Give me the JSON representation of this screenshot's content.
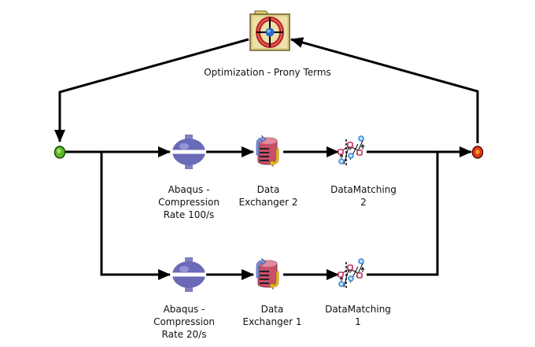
{
  "workflow": {
    "optimizer": {
      "label": "Optimization - Prony Terms",
      "icon": "target-folder-icon"
    },
    "start_node": {
      "icon": "start-node-icon",
      "color": "#5db82a"
    },
    "end_node": {
      "icon": "end-node-icon",
      "color": "#e03a16"
    },
    "branches": [
      {
        "components": [
          {
            "label": "Abaqus -\nCompression\nRate 100/s",
            "icon": "abaqus-icon"
          },
          {
            "label": "Data\nExchanger 2",
            "icon": "data-exchanger-icon"
          },
          {
            "label": "DataMatching\n2",
            "icon": "data-matching-icon"
          }
        ]
      },
      {
        "components": [
          {
            "label": "Abaqus -\nCompression\nRate 20/s",
            "icon": "abaqus-icon"
          },
          {
            "label": "Data\nExchanger 1",
            "icon": "data-exchanger-icon"
          },
          {
            "label": "DataMatching\n1",
            "icon": "data-matching-icon"
          }
        ]
      }
    ],
    "colors": {
      "wire": "#000000",
      "abaqus": "#6a6ab8",
      "folder": "#e8dc9a",
      "target_ring": "#c02828",
      "target_center": "#2a6ad0",
      "matching_red": "#c0305a",
      "matching_blue": "#3a8ad8"
    }
  }
}
